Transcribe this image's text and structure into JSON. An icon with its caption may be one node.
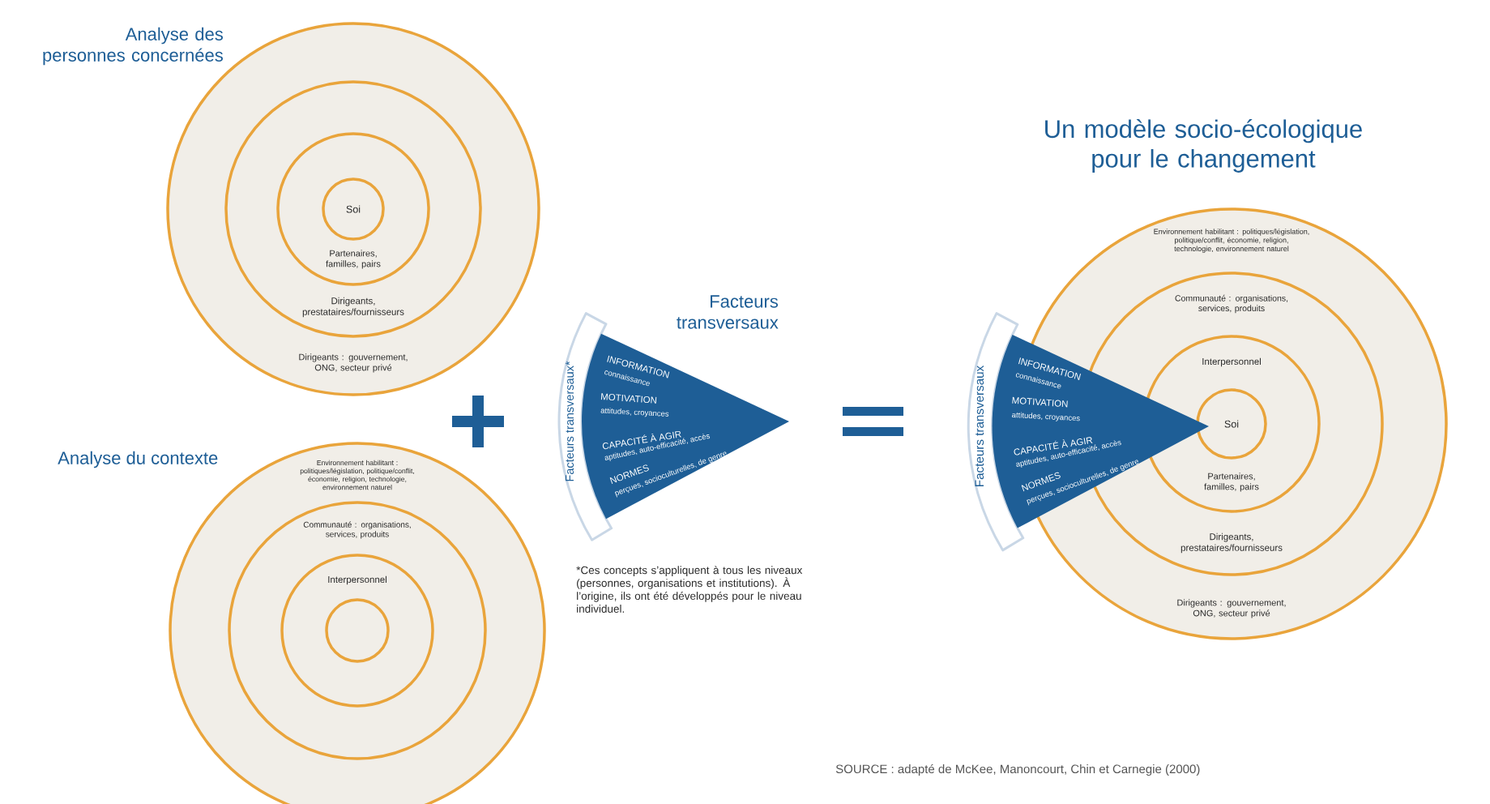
{
  "diagram": {
    "title": "Un modèle socio-écologique pour le changement",
    "nodes": [
      {
        "text": [
          "Analyse des personnes concernées",
          "Dirigeants : gouvernement, ONG, secteur privé"
        ]
      },
      {
        "text": [
          "Dirigeants, prestataires/fournisseurs"
        ],
        "in": 0
      },
      {
        "text": [
          "Partenaires, familles, pairs"
        ],
        "in": 1
      },
      {
        "text": [
          "Soi"
        ],
        "in": 2
      },
      {
        "text": [
          "Analyse du contexte",
          "Environnement habilitant : politiques/législation, politique/conflit, économie, religion, technologie, environnement naturel"
        ]
      },
      {
        "text": [
          "Communauté : organisations, services, produits"
        ],
        "in": 4
      },
      {
        "text": [
          "Interpersonnel"
        ],
        "in": 5
      },
      {
        "text": [],
        "shape": "circle",
        "in": 6
      },
      {
        "text": [
          "Facteurs transversaux*"
        ]
      },
      {
        "text": [
          "Facteurs transversaux",
          "INFORMATION",
          "connaissance",
          "MOTIVATION",
          "attitudes, croyances",
          "CAPACITÉ À AGIR",
          "aptitudes, auto-efficacité, accès",
          "NORMES",
          "perçues, socioculturelles, de genre"
        ]
      },
      {
        "text": [
          "Environnement habilitant : politiques/législation, politique/conflit, économie, religion, technologie, environnement naturel",
          "Dirigeants : gouvernement, ONG, secteur privé"
        ]
      },
      {
        "text": [
          "Communauté : organisations, services, produits",
          "Dirigeants, prestataires/fournisseurs"
        ],
        "in": 10
      },
      {
        "text": [
          "Interpersonnel",
          "Partenaires, familles, pairs"
        ],
        "in": 11
      },
      {
        "text": [
          "Soi"
        ],
        "in": 12
      },
      {
        "text": [
          "Facteurs transversaux"
        ]
      },
      {
        "text": [
          "INFORMATION",
          "connaissance",
          "MOTIVATION",
          "attitudes, croyances",
          "CAPACITÉ À AGIR",
          "aptitudes, auto-efficacité, accès",
          "NORMES",
          "perçues, socioculturelles, de genre"
        ]
      }
    ],
    "labels": [
      "*Ces concepts s’appliquent à tous les niveaux (personnes, organisations et institutions). À l’origine, ils ont été développés pour le niveau individuel.",
      "SOURCE : adapté de McKee, Manoncourt, Chin et Carnegie (2000)"
    ]
  }
}
